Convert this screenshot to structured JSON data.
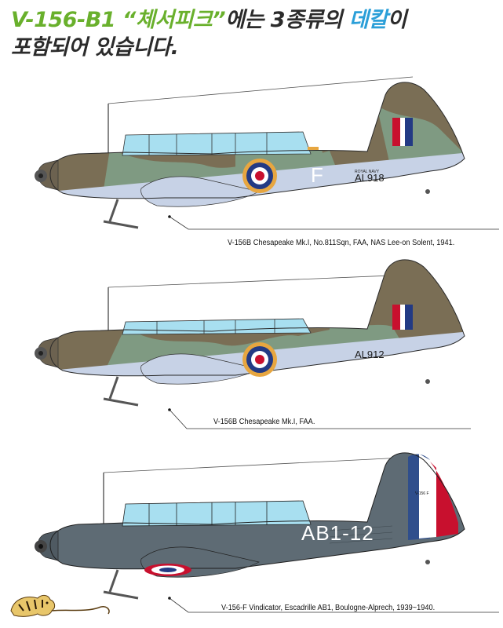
{
  "headline": {
    "part1": "V-156-B1 ",
    "part2": "“체서피크”",
    "part3": "에는 3종류의 ",
    "part4": "데칼",
    "part5": "이",
    "line2": "포함되어 있습니다."
  },
  "colors": {
    "green": "#69b02c",
    "blue": "#2b9fd8",
    "camo_brown": "#7a6e55",
    "camo_green": "#7f9a82",
    "under_blue": "#c7d2e6",
    "french_gray": "#5e6b74",
    "roundel_yellow": "#e7a640",
    "roundel_red": "#c8102e",
    "roundel_blue": "#233a84"
  },
  "planes": [
    {
      "side_letter": "F",
      "serial": "AL918",
      "small_text": "ROYAL NAVY",
      "caption": "V-156B Chesapeake Mk.I, No.811Sqn, FAA, NAS Lee-on Solent, 1941."
    },
    {
      "serial": "AL912",
      "caption": "V-156B Chesapeake Mk.I, FAA."
    },
    {
      "serial": "AB1-12",
      "tail_text": "V-156 F",
      "caption": "V-156-F Vindicator, Escadrille AB1, Boulogne-Alprech, 1939~1940."
    }
  ],
  "logo": {
    "icon": "tiger-logo-icon"
  }
}
